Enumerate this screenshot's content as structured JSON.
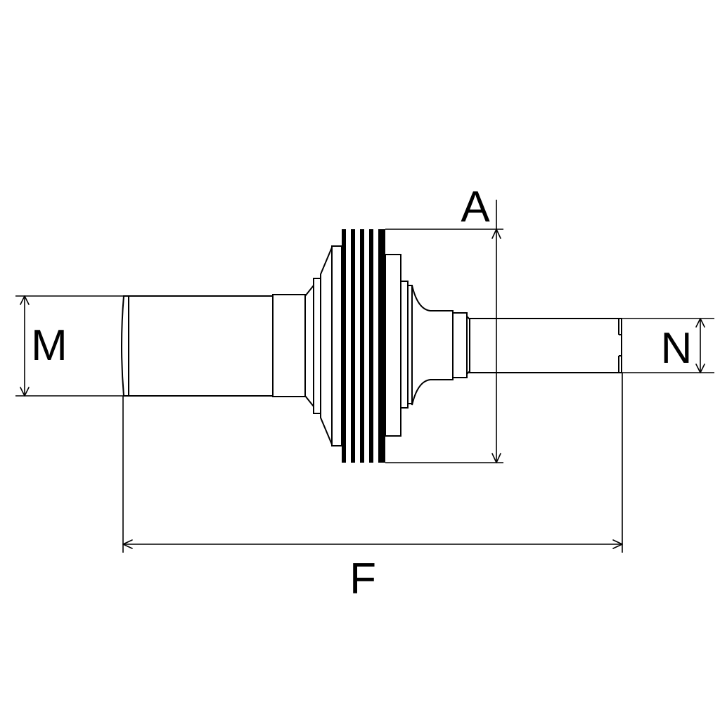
{
  "labels": {
    "A": "A",
    "M": "M",
    "N": "N",
    "F": "F"
  },
  "colors": {
    "stroke": "#000000",
    "background": "#ffffff"
  }
}
